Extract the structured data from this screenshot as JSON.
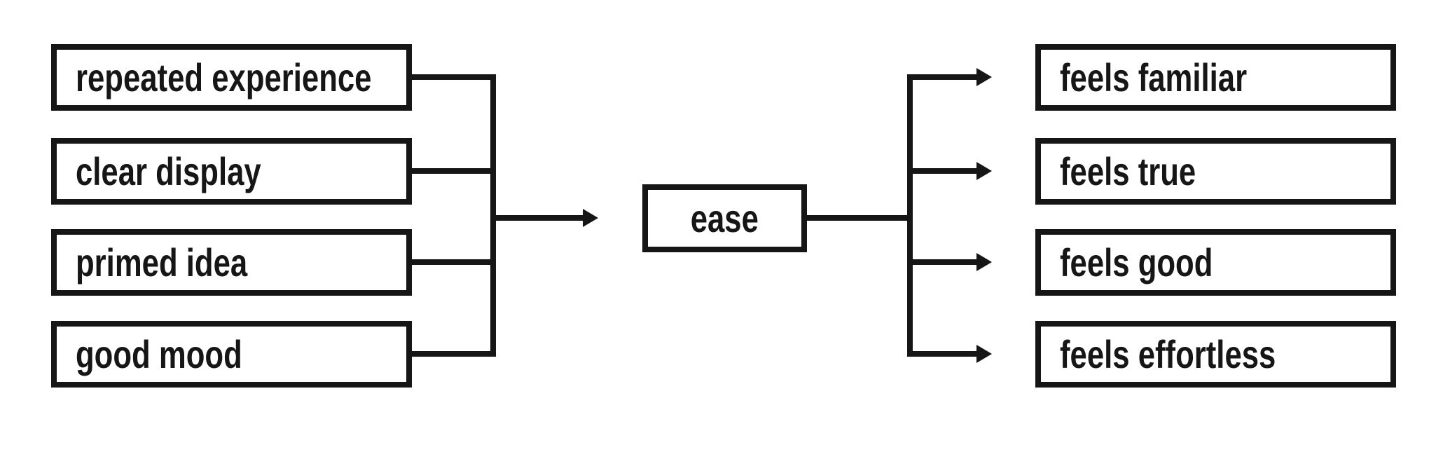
{
  "diagram": {
    "left_nodes": [
      {
        "label": "repeated experience"
      },
      {
        "label": "clear display"
      },
      {
        "label": "primed idea"
      },
      {
        "label": "good mood"
      }
    ],
    "center_node": {
      "label": "ease"
    },
    "right_nodes": [
      {
        "label": "feels familiar"
      },
      {
        "label": "feels true"
      },
      {
        "label": "feels good"
      },
      {
        "label": "feels effortless"
      }
    ],
    "edges": [
      {
        "from": "repeated experience",
        "to": "ease"
      },
      {
        "from": "clear display",
        "to": "ease"
      },
      {
        "from": "primed idea",
        "to": "ease"
      },
      {
        "from": "good mood",
        "to": "ease"
      },
      {
        "from": "ease",
        "to": "feels familiar"
      },
      {
        "from": "ease",
        "to": "feels true"
      },
      {
        "from": "ease",
        "to": "feels good"
      },
      {
        "from": "ease",
        "to": "feels effortless"
      }
    ]
  },
  "colors": {
    "line": "#161616",
    "text": "#161616",
    "background": "#ffffff"
  }
}
